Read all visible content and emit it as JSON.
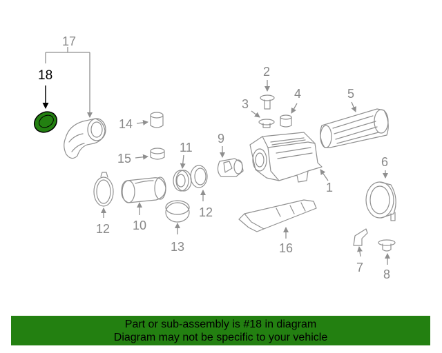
{
  "callouts": {
    "c1": "1",
    "c2": "2",
    "c3": "3",
    "c4": "4",
    "c5": "5",
    "c6": "6",
    "c7": "7",
    "c8": "8",
    "c9": "9",
    "c10": "10",
    "c11": "11",
    "c12a": "12",
    "c12b": "12",
    "c13": "13",
    "c14": "14",
    "c15": "15",
    "c16": "16",
    "c17": "17",
    "c18": "18"
  },
  "highlight": {
    "part": "18",
    "color": "#238011"
  },
  "banner": {
    "line1": "Part or sub-assembly is #18 in diagram",
    "line2": "Diagram may not be specific to your vehicle",
    "color": "#238011"
  }
}
